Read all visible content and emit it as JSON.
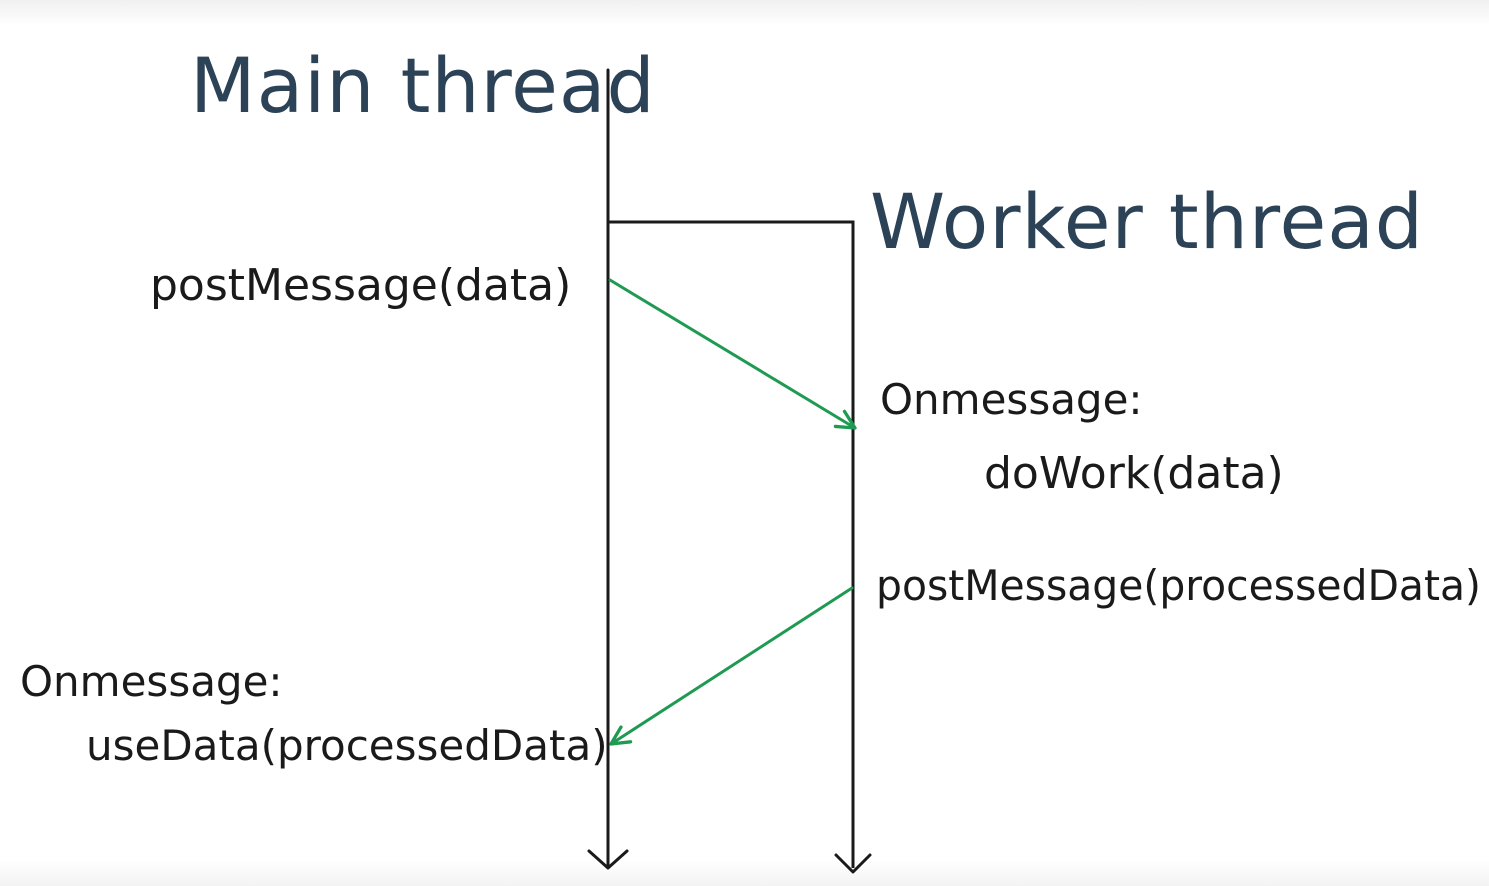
{
  "diagram": {
    "main_thread": {
      "title": "Main thread",
      "post_label": "postMessage(data)",
      "onmessage_label": "Onmessage:",
      "handler_label": "useData(processedData)"
    },
    "worker_thread": {
      "title": "Worker thread",
      "onmessage_label": "Onmessage:",
      "handler_label": "doWork(data)",
      "post_label": "postMessage(processedData)"
    },
    "colors": {
      "ink": "#2c4257",
      "line": "#1a1a1a",
      "arrow": "#1f9a52"
    }
  }
}
